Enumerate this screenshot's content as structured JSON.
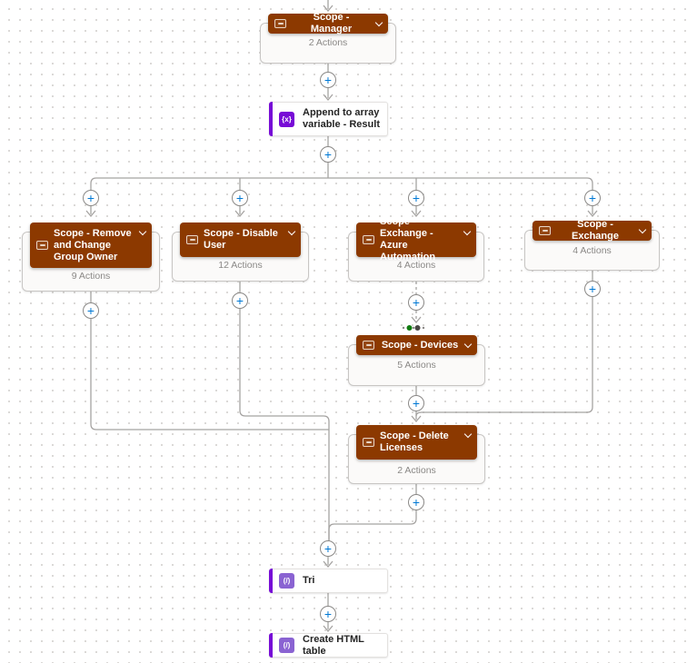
{
  "ui": {
    "plus_glyph": "+"
  },
  "colors": {
    "scope_header": "#8C3900",
    "connector_line": "#A5A3A1",
    "plus_accent": "#0078D4",
    "variable_purple": "#770BD6",
    "dataop_purple": "#8A63D2",
    "run_after_success_dot": "#107C10",
    "run_after_failed_dot": "#484644"
  },
  "nodes": {
    "manager": {
      "title": "Scope - Manager",
      "actions": "2 Actions"
    },
    "append": {
      "title": "Append to array variable - Result",
      "icon_glyph": "{x}"
    },
    "remove_owner": {
      "title": "Scope - Remove and Change Group Owner",
      "actions": "9 Actions"
    },
    "disable_user": {
      "title": "Scope - Disable User",
      "actions": "12 Actions"
    },
    "exchange_azure": {
      "title": "Scope - Exchange - Azure Automation",
      "actions": "4 Actions"
    },
    "exchange": {
      "title": "Scope - Exchange",
      "actions": "4 Actions"
    },
    "devices": {
      "title": "Scope - Devices",
      "actions": "5 Actions"
    },
    "delete_licenses": {
      "title": "Scope - Delete Licenses",
      "actions": "2 Actions"
    },
    "tri": {
      "title": "Tri",
      "icon_glyph": "(/)"
    },
    "create_html_table": {
      "title": "Create HTML table",
      "icon_glyph": "(/)"
    }
  }
}
